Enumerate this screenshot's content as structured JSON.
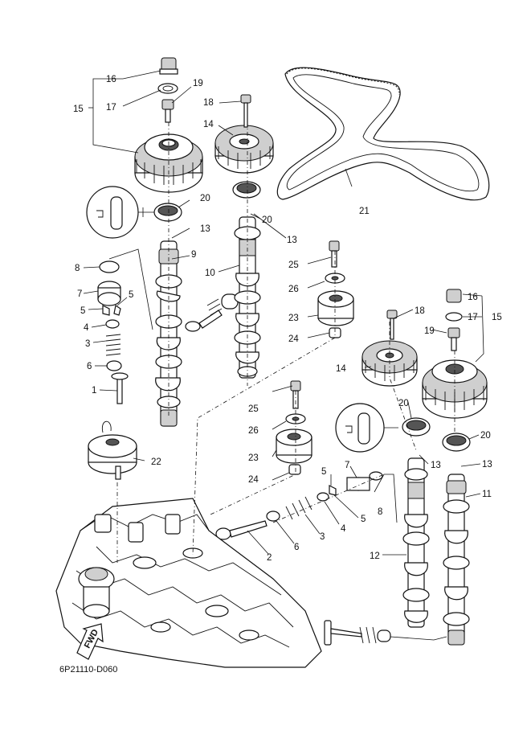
{
  "drawing_code": "6P21110-D060",
  "fwd_label": "FWD",
  "callouts": {
    "c1": "1",
    "c2": "2",
    "c3a": "3",
    "c3b": "3",
    "c4a": "4",
    "c4b": "4",
    "c5a": "5",
    "c5b": "5",
    "c5c": "5",
    "c5d": "5",
    "c6a": "6",
    "c6b": "6",
    "c7a": "7",
    "c7b": "7",
    "c8a": "8",
    "c8b": "8",
    "c9": "9",
    "c10": "10",
    "c11": "11",
    "c12": "12",
    "c13a": "13",
    "c13b": "13",
    "c13c": "13",
    "c13d": "13",
    "c14a": "14",
    "c14b": "14",
    "c15a": "15",
    "c15b": "15",
    "c16a": "16",
    "c16b": "16",
    "c17a": "17",
    "c17b": "17",
    "c18a": "18",
    "c18b": "18",
    "c19a": "19",
    "c19b": "19",
    "c20a": "20",
    "c20b": "20",
    "c20c": "20",
    "c20d": "20",
    "c21": "21",
    "c22": "22",
    "c23a": "23",
    "c23b": "23",
    "c24a": "24",
    "c24b": "24",
    "c25a": "25",
    "c25b": "25",
    "c26a": "26",
    "c26b": "26"
  }
}
